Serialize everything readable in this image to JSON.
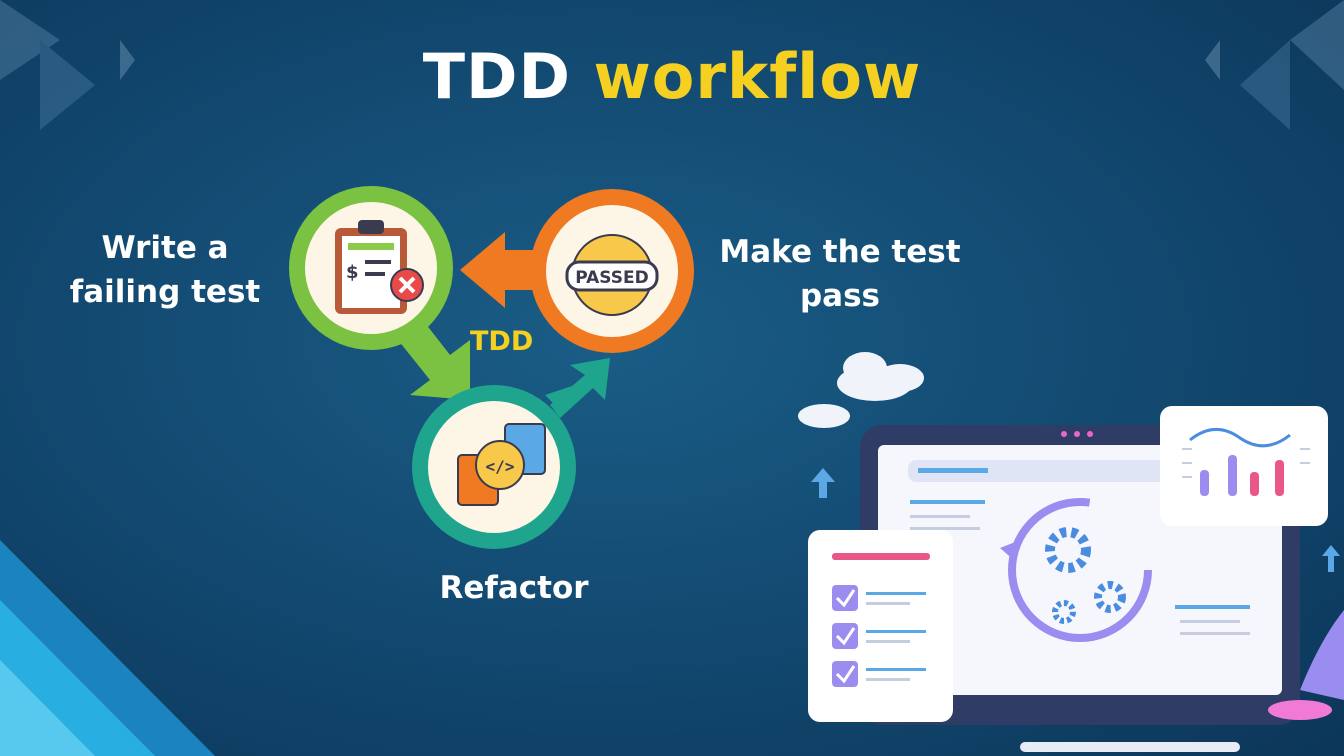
{
  "title": {
    "part1": "TDD",
    "part2": "workflow"
  },
  "cycle": {
    "center_label": "TDD",
    "steps": [
      {
        "label_line1": "Write a",
        "label_line2": "failing test",
        "color": "#7cc242"
      },
      {
        "label_line1": "Make the test",
        "label_line2": "pass",
        "color": "#f07a22"
      },
      {
        "label": "Refactor",
        "color": "#1fa58e"
      }
    ],
    "badge_text": "PASSED"
  },
  "colors": {
    "background": "#134b73",
    "accent_yellow": "#f5d020",
    "white": "#ffffff"
  },
  "illustration": {
    "checklist_items": 3,
    "chart_bars": [
      0.55,
      0.8,
      0.35,
      0.7
    ]
  }
}
